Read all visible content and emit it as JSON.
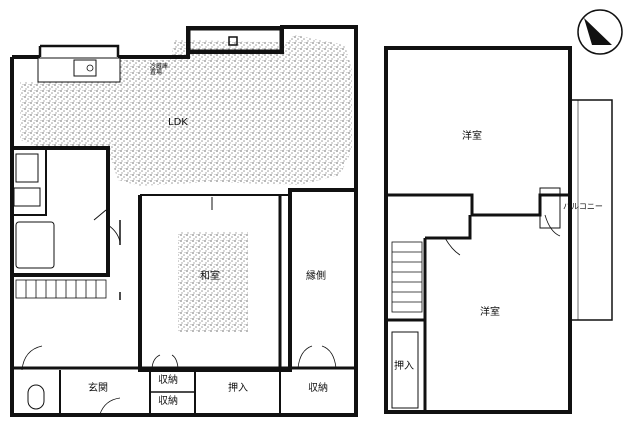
{
  "floor1": {
    "ldk": "LDK",
    "washitsu": "和室",
    "engawa": "縁側",
    "genkan": "玄関",
    "oshiire": "押入",
    "shuno_right": "収納",
    "shuno_small_1": "収納",
    "shuno_small_2": "収納",
    "kitchen_note": "冷蔵庫\n置場"
  },
  "floor2": {
    "youshitsu_upper": "洋室",
    "youshitsu_lower": "洋室",
    "oshiire": "押入",
    "balcony": "バルコニー"
  },
  "compass": {
    "icon": "north-arrow-icon"
  },
  "colors": {
    "wall": "#111111",
    "stipple": "#9a9a9a",
    "background": "#ffffff"
  }
}
